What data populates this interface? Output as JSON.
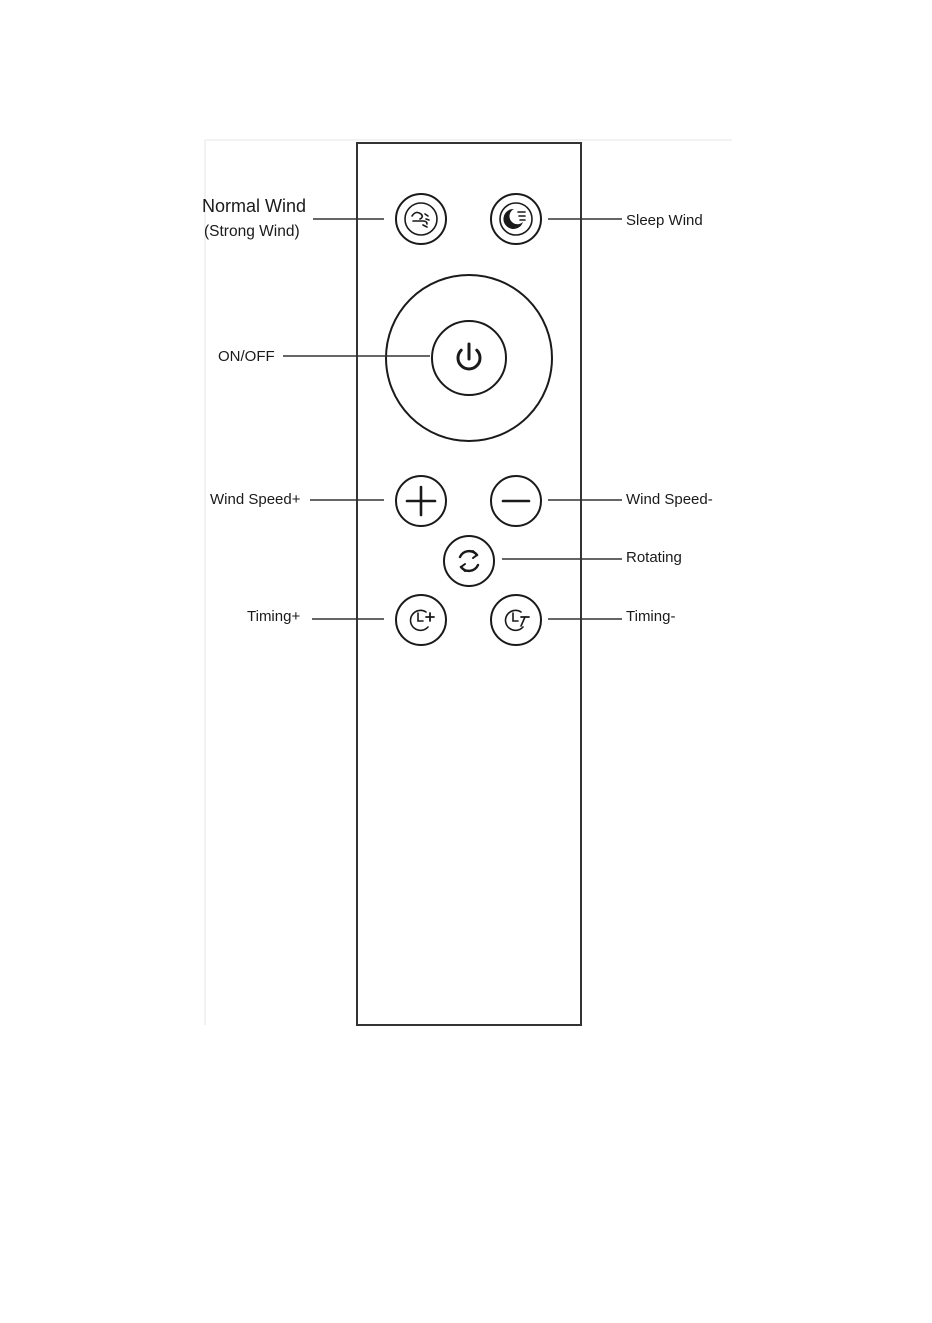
{
  "labels": {
    "normal_wind": "Normal Wind",
    "strong_wind": "(Strong Wind)",
    "sleep_wind": "Sleep Wind",
    "on_off": "ON/OFF",
    "wind_speed_plus": "Wind Speed+",
    "wind_speed_minus": "Wind Speed-",
    "rotating": "Rotating",
    "timing_plus": "Timing+",
    "timing_minus": "Timing-"
  },
  "icons": {
    "normal_wind": "wind-icon",
    "sleep_wind": "moon-icon",
    "power": "power-icon",
    "speed_up": "plus-icon",
    "speed_down": "minus-icon",
    "rotate": "rotate-icon",
    "timer_up": "timer-plus-icon",
    "timer_down": "timer-minus-icon"
  },
  "colors": {
    "ink": "#1a1a1a",
    "background": "#ffffff"
  }
}
